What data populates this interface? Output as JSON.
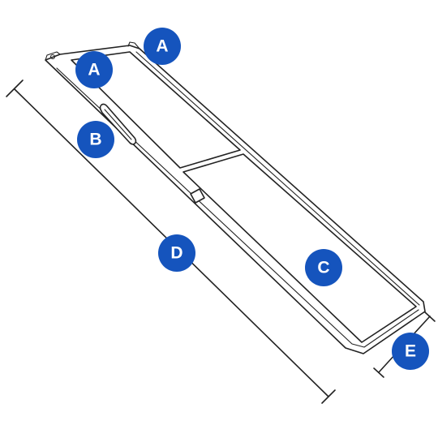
{
  "colors": {
    "callout_fill": "#1554bd",
    "callout_text": "#ffffff",
    "line": "#222222",
    "background": "#ffffff"
  },
  "callouts": [
    {
      "id": "a-top",
      "label": "A"
    },
    {
      "id": "a-left",
      "label": "A"
    },
    {
      "id": "b",
      "label": "B"
    },
    {
      "id": "c",
      "label": "C"
    },
    {
      "id": "d",
      "label": "D"
    },
    {
      "id": "e",
      "label": "E"
    }
  ]
}
